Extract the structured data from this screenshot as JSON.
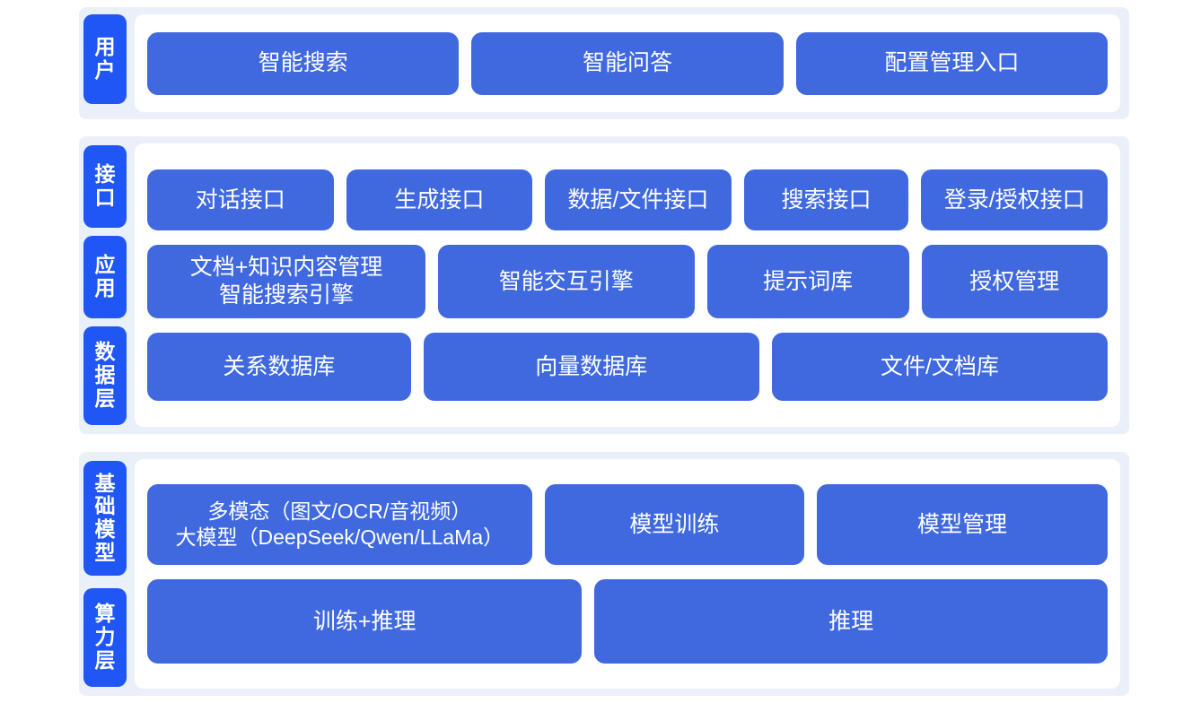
{
  "theme": {
    "page_background": "#ffffff",
    "band_background": "#eaf0f9",
    "panel_background": "#ffffff",
    "tag_color": "#1f56f5",
    "card_color": "#4069e0",
    "text_color": "#ffffff"
  },
  "groups": [
    {
      "id": "user",
      "tags": [
        {
          "label": "用户",
          "chars": [
            "用",
            "户"
          ]
        }
      ],
      "rows": [
        {
          "id": "user-entries",
          "cards": [
            {
              "label": "智能搜索",
              "flex": 1
            },
            {
              "label": "智能问答",
              "flex": 1
            },
            {
              "label": "配置管理入口",
              "flex": 1
            }
          ]
        }
      ]
    },
    {
      "id": "mid",
      "tags": [
        {
          "label": "接口",
          "chars": [
            "接",
            "口"
          ]
        },
        {
          "label": "应用",
          "chars": [
            "应",
            "用"
          ]
        },
        {
          "label": "数据层",
          "chars": [
            "数",
            "据",
            "层"
          ]
        }
      ],
      "rows": [
        {
          "id": "interface",
          "cards": [
            {
              "label": "对话接口",
              "flex": 205
            },
            {
              "label": "生成接口",
              "flex": 205
            },
            {
              "label": "数据/文件接口",
              "flex": 205
            },
            {
              "label": "搜索接口",
              "flex": 180
            },
            {
              "label": "登录/授权接口",
              "flex": 205
            }
          ]
        },
        {
          "id": "app",
          "cards": [
            {
              "label": "文档+知识内容管理\n智能搜索引擎",
              "flex": 305
            },
            {
              "label": "智能交互引擎",
              "flex": 280
            },
            {
              "label": "提示词库",
              "flex": 218
            },
            {
              "label": "授权管理",
              "flex": 200
            }
          ]
        },
        {
          "id": "data",
          "cards": [
            {
              "label": "关系数据库",
              "flex": 280
            },
            {
              "label": "向量数据库",
              "flex": 360
            },
            {
              "label": "文件/文档库",
              "flex": 360
            }
          ]
        }
      ]
    },
    {
      "id": "bottom",
      "tags": [
        {
          "label": "基础模型",
          "chars": [
            "基",
            "础",
            "模",
            "型"
          ]
        },
        {
          "label": "算力层",
          "chars": [
            "算",
            "力",
            "层"
          ]
        }
      ],
      "rows": [
        {
          "id": "model",
          "cards": [
            {
              "label": "多模态（图文/OCR/音视频）\n大模型（DeepSeek/Qwen/LLaMa）",
              "flex": 398,
              "small": true
            },
            {
              "label": "模型训练",
              "flex": 265
            },
            {
              "label": "模型管理",
              "flex": 298
            }
          ]
        },
        {
          "id": "compute",
          "cards": [
            {
              "label": "训练+推理",
              "flex": 460
            },
            {
              "label": "推理",
              "flex": 545
            }
          ]
        }
      ]
    }
  ]
}
